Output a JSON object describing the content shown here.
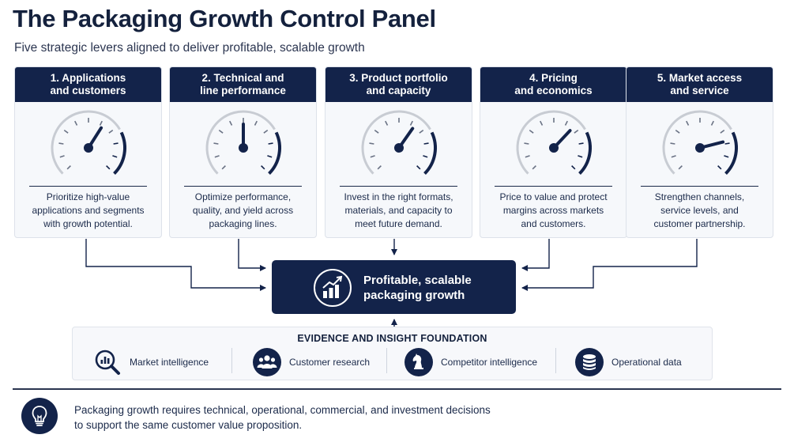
{
  "header": {
    "title": "The Packaging Growth Control Panel",
    "subtitle": "Five strategic levers aligned to deliver profitable, scalable growth"
  },
  "levers": [
    {
      "title_line1": "1. Applications",
      "title_line2": "and customers",
      "gauge_level": 0.62,
      "desc_line1": "Prioritize high-value",
      "desc_line2": "applications and segments",
      "desc_line3": "with growth potential."
    },
    {
      "title_line1": "2. Technical and",
      "title_line2": "line performance",
      "gauge_level": 0.5,
      "desc_line1": "Optimize performance,",
      "desc_line2": "quality, and yield across",
      "desc_line3": "packaging lines."
    },
    {
      "title_line1": "3. Product portfolio",
      "title_line2": "and capacity",
      "gauge_level": 0.63,
      "desc_line1": "Invest in the right formats,",
      "desc_line2": "materials, and capacity to",
      "desc_line3": "meet future demand."
    },
    {
      "title_line1": "4. Pricing",
      "title_line2": "and economics",
      "gauge_level": 0.66,
      "desc_line1": "Price to value and protect",
      "desc_line2": "margins across markets",
      "desc_line3": "and customers."
    },
    {
      "title_line1": "5. Market access",
      "title_line2": "and service",
      "gauge_level": 0.78,
      "desc_line1": "Strengthen channels,",
      "desc_line2": "service levels, and",
      "desc_line3": "customer partnership."
    }
  ],
  "hub": {
    "line1": "Profitable, scalable",
    "line2": "packaging growth",
    "icon": "growth-chart-icon"
  },
  "evidence": {
    "title": "EVIDENCE AND INSIGHT FOUNDATION",
    "items": [
      {
        "label": "Market intelligence",
        "icon": "magnifier-chart-icon"
      },
      {
        "label": "Customer research",
        "icon": "people-group-icon"
      },
      {
        "label": "Competitor intelligence",
        "icon": "chess-knight-icon"
      },
      {
        "label": "Operational data",
        "icon": "database-icon"
      }
    ]
  },
  "footer": {
    "line1": "Packaging growth requires technical, operational, commercial, and investment decisions",
    "line2": "to support the same customer value proposition.",
    "icon": "lightbulb-icon"
  },
  "colors": {
    "navy": "#13234a",
    "card_bg": "#f6f8fb",
    "tick_gray": "#c8ccd3"
  }
}
